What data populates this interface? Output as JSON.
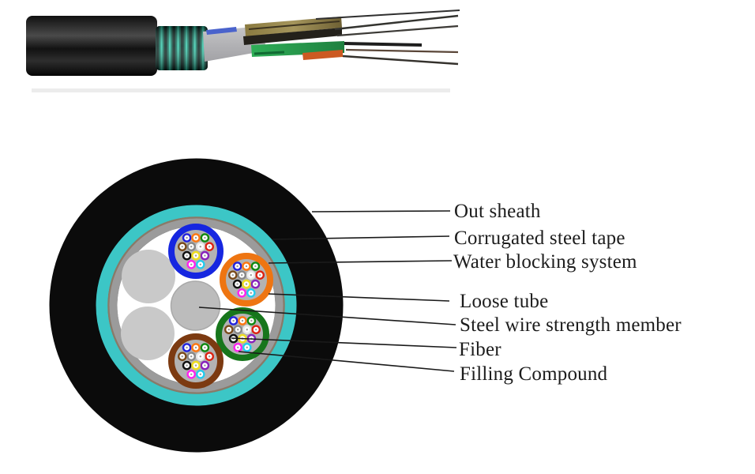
{
  "figure": {
    "kind": "fiber-optic-cable-structure-diagram"
  },
  "cross_section": {
    "labels": [
      {
        "text": "Out sheath"
      },
      {
        "text": "Corrugated steel tape"
      },
      {
        "text": "Water blocking system"
      },
      {
        "text": "Loose tube"
      },
      {
        "text": "Steel wire strength member"
      },
      {
        "text": "Fiber"
      },
      {
        "text": "Filling Compound"
      }
    ]
  },
  "colors": {
    "outer_sheath": "#0b0b0b",
    "corrugated_steel_tape": "#3cc6c6",
    "tape_edge": "#8a7a68",
    "water_blocking": "#9b9b9b",
    "filling": "#ffffff",
    "strength_member": "#bcbcbc",
    "strength_member_edge": "#a9a9a9",
    "filler_rod": "#c9c9c9",
    "tube_interior": "#b3b3b3",
    "loose_tubes": [
      "#1626e0",
      "#ee7512",
      "#17761c",
      "#7c3a11"
    ],
    "fiber_sequence": [
      "#2222dd",
      "#ff7711",
      "#118811",
      "#7a4a1a",
      "#888888",
      "#e8e8e8",
      "#dd2211",
      "#111111",
      "#eedd22",
      "#8822bb",
      "#ff22ee",
      "#22ccee"
    ],
    "fiber_center": "#ffffff",
    "fiber_dot": "#9a9a9a",
    "leader_line": "#1a1a1a"
  }
}
